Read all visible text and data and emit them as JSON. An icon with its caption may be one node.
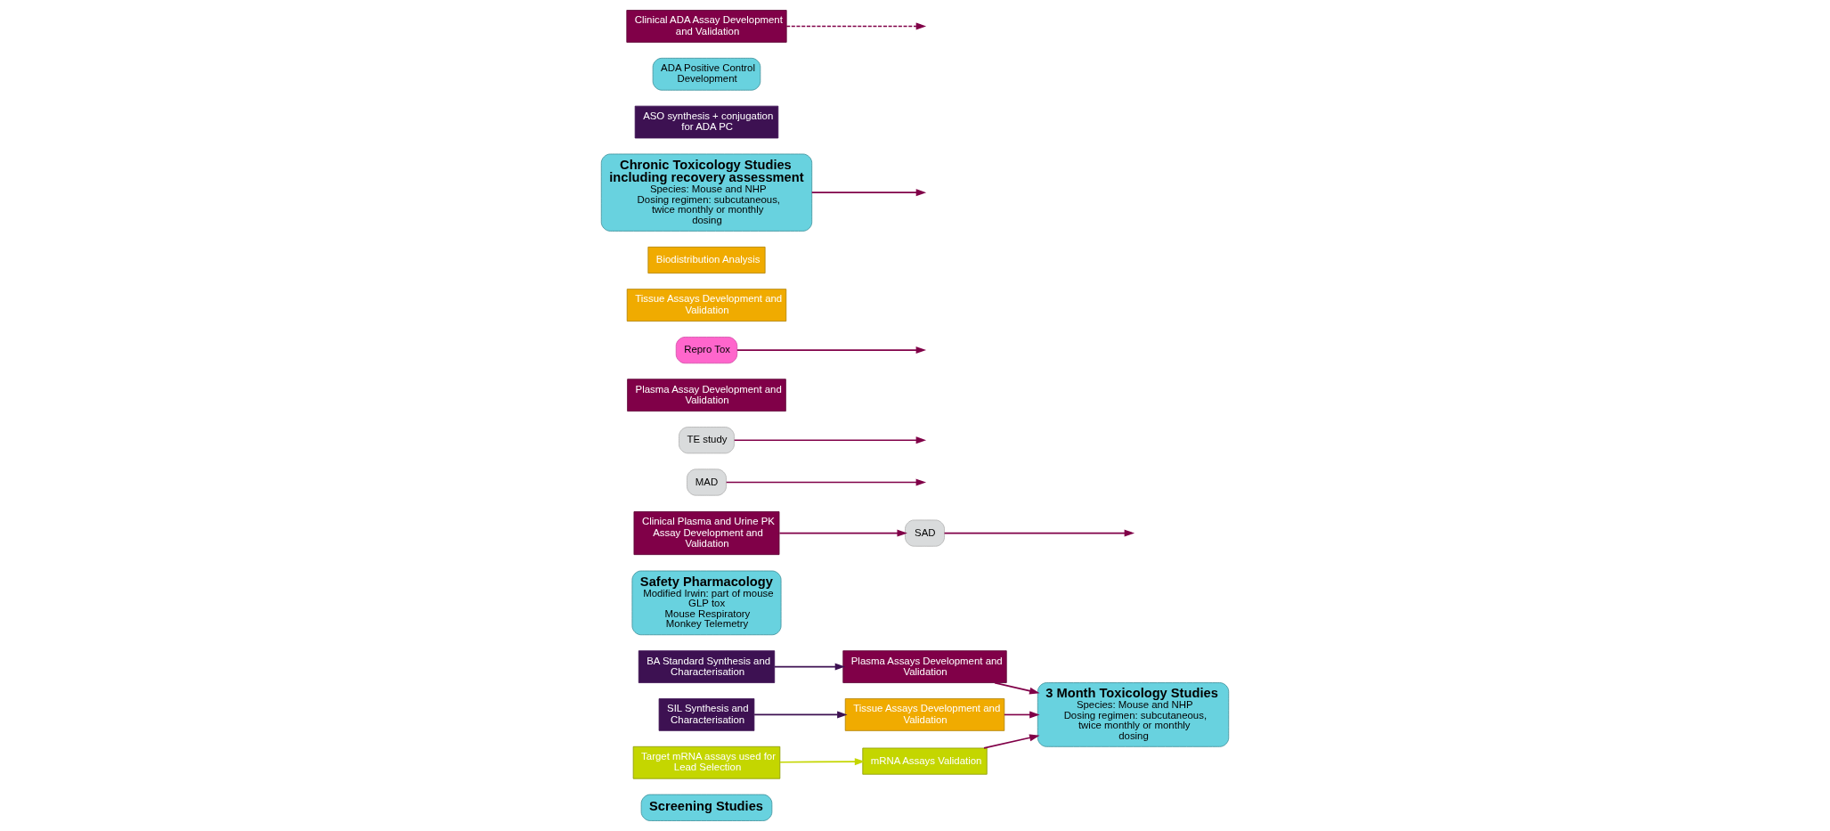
{
  "diagram": {
    "nodes": [
      {
        "text": [
          "Screening Studies"
        ]
      },
      {
        "text": [
          "3 Month Toxicology Studies",
          "Species: Mouse and NHP",
          "Dosing regimen: subcutaneous, twice monthly or monthly dosing"
        ]
      },
      {
        "text": [
          "Safety Pharmacology",
          "Modified Irwin: part of mouse GLP tox",
          "Mouse Respiratory",
          "Monkey Telemetry"
        ]
      },
      {
        "text": [
          "SAD"
        ]
      },
      {
        "text": [
          "MAD"
        ]
      },
      {
        "text": [
          "TE study"
        ]
      },
      {
        "text": [
          "Plasma Assay Development and Validation"
        ]
      },
      {
        "text": [
          "Repro Tox"
        ]
      },
      {
        "text": [
          "Tissue Assays Development and Validation"
        ]
      },
      {
        "text": [
          "BA Standard Synthesis and Characterisation"
        ]
      },
      {
        "text": [
          "Plasma Assays Development and Validation"
        ]
      },
      {
        "text": [
          "Clinical Plasma and Urine PK Assay Development and Validation"
        ]
      },
      {
        "text": [
          "SIL Synthesis and Characterisation"
        ]
      },
      {
        "text": [
          "Tissue Assays Development and Validation"
        ]
      },
      {
        "text": [
          "Biodistribution Analysis"
        ]
      },
      {
        "text": [
          "Chronic Toxicology Studies including recovery assessment",
          "Species: Mouse and NHP",
          "Dosing regimen: subcutaneous, twice monthly or monthly dosing"
        ]
      },
      {
        "text": [
          "Target mRNA assays used for Lead Selection"
        ]
      },
      {
        "text": [
          "mRNA Assays Validation"
        ]
      },
      {
        "text": [
          "ASO synthesis + conjugation for ADA PC"
        ]
      },
      {
        "text": [
          "ADA Positive Control Development"
        ]
      },
      {
        "text": [
          "Clinical ADA Assay Development and Validation"
        ]
      }
    ],
    "edges": [
      {
        "from": 9,
        "to": 10,
        "arrow": "to",
        "color": "#3d1152"
      },
      {
        "from": 12,
        "to": 13,
        "arrow": "to",
        "color": "#3d1152"
      },
      {
        "from": 16,
        "to": 17,
        "arrow": "to",
        "color": "#c4d600"
      },
      {
        "from": 10,
        "to": 1,
        "arrow": "to"
      },
      {
        "from": 13,
        "to": 1,
        "arrow": "to"
      },
      {
        "from": 17,
        "to": 1,
        "arrow": "to"
      },
      {
        "from": 11,
        "to": 3,
        "arrow": "to"
      },
      {
        "from": 3,
        "to": null,
        "arrow": "to"
      },
      {
        "from": 4,
        "to": null,
        "arrow": "to"
      },
      {
        "from": 5,
        "to": null,
        "arrow": "to"
      },
      {
        "from": 7,
        "to": null,
        "arrow": "to"
      },
      {
        "from": 15,
        "to": null,
        "arrow": "to"
      },
      {
        "from": 20,
        "to": null,
        "arrow": "to",
        "style": "dashed"
      }
    ]
  }
}
